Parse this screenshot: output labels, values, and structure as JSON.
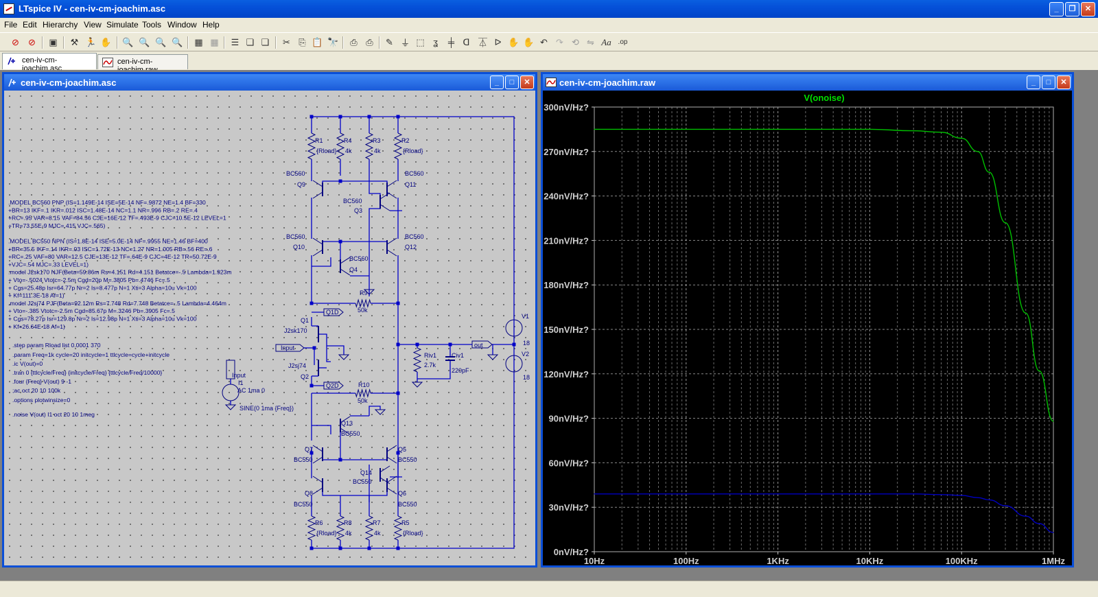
{
  "app": {
    "title": "LTspice IV - cen-iv-cm-joachim.asc",
    "window_buttons": [
      "minimize-icon",
      "restore-icon",
      "close-icon"
    ]
  },
  "menu": [
    "File",
    "Edit",
    "Hierarchy",
    "View",
    "Simulate",
    "Tools",
    "Window",
    "Help"
  ],
  "tabs": [
    {
      "label": "cen-iv-cm-joachim.asc",
      "icon": "schematic-icon",
      "active": true
    },
    {
      "label": "cen-iv-cm-joachim.raw",
      "icon": "waveform-icon",
      "active": false
    }
  ],
  "schematic": {
    "title": "cen-iv-cm-joachim.asc",
    "model_text": [
      ".MODEL BC560 PNP (IS=1.149E-14 ISE=5E-14 NF=.9872 NE=1.4 BF=330",
      "+BR=13 IKF=.1 IKR=.012 ISC=1.48E-14 NC=1.1 NR=.996 RB=.2 RE=.4",
      "+RC=.95 VAR=8.15 VAF=84.56 CJE=16E-12 TF=.493E-9 CJC=10.5E-12 LEVEL=1",
      "+TR=73.55E-9 MJC=.415 VJC=.565)",
      "",
      ".MODEL BC550 NPN (IS=1.8E-14 ISE=5.0E-14 NF=.9955 NE=1.46 BF=400",
      "+BR=35.5 IKF=.14 IKR=.03 ISC=1.72E-13 NC=1.27 NR=1.005 RB=.56 RE=.6",
      "+RC=.25 VAF=80 VAR=12.5 CJE=13E-12 TF=.64E-9 CJC=4E-12 TR=50.72E-9",
      "+VJC=.54 MJC=.33 LEVEL=1)",
      ".model J2sk170 NJF(Beta=59.86m Rs=4.151 Rd=4.151 Betatce=-.5 Lambda=1.923m",
      "+ Vto=-.5024 Vtotc=-2.5m Cgd=20p M=.3805 Pb=.4746 Fc=.5",
      "+ Cgs=25.48p Isr=64.77p Nr=2 Is=8.477p N=1 Xti=3 Alpha=10u Vk=100",
      "+ Kf=111.3E-18 Af=1)",
      ".model J2sj74 PJF(Beta=92.12m Rs=7.748 Rd=7.748 Betatce=-.5 Lambda=4.464m",
      "+ Vto=-.385 Vtotc=-2.5m Cgd=85.67p M=.3246 Pb=.3905 Fc=.5",
      "+ Cgs=78.27p Isr=129.8p Nr=2 Is=12.98p N=1 Xti=3 Alpha=10u Vk=100",
      "+ Kf=26.64E-18 Af=1)"
    ],
    "directives": [
      ".step param Rload list 0.0001 370",
      ".param Freq=1k cycle=20 initcycle=1 ttlcycle=cycle+initcycle",
      ".ic V(out)=0",
      ".tran 0 {ttlcycle/Freq} {initcycle/Freq} {ttlcycle/Freq/10000}",
      ".four {Freq} V(out) 9 -1",
      ";ac oct 20 10 100k",
      ".options plotwinsize=0",
      ".noise V(out) I1 oct 20 10 1meg"
    ],
    "labels": {
      "R1": "R1",
      "R1v": "{Rload}",
      "R4": "R4",
      "R4v": "4k",
      "R3": "R3",
      "R3v": "4k",
      "R2": "R2",
      "R2v": "{Rload}",
      "BC560a": "BC560",
      "Q9": "Q9",
      "BC560b": "BC560",
      "Q11": "Q11",
      "BC560c": "BC560",
      "Q3": "Q3",
      "BC560d": "BC560",
      "Q10": "Q10",
      "BC560e": "BC560",
      "Q12": "Q12",
      "BC560f": "BC560",
      "Q4": "Q4",
      "R9": "R9",
      "R9v": "50k",
      "Q1D": "Q1D",
      "Q1": "Q1",
      "J2sk170": "J2sk170",
      "Input": "Input",
      "J2sj74": "J2sj74",
      "Q2": "Q2",
      "Q2D": "Q2D",
      "R10": "R10",
      "R10v": "50k",
      "Q13": "Q13",
      "BC550a": "BC550",
      "Q7": "Q7",
      "BC550b": "BC550",
      "Q5": "Q5",
      "BC550c": "BC550",
      "Q14": "Q14",
      "BC550d": "BC550",
      "Q8": "Q8",
      "BC550e": "BC550",
      "Q6": "Q6",
      "BC550f": "BC550",
      "R6": "R6",
      "R6v": "{Rload}",
      "R8": "R8",
      "R8v": "4k",
      "R7": "R7",
      "R7v": "4k",
      "R5": "R5",
      "R5v": "{Rload}",
      "Riv1": "Riv1",
      "Riv1v": "2.7k",
      "Civ1": "Civ1",
      "Civ1v": "220pF",
      "out": "out",
      "V1": "V1",
      "V1v": "18",
      "V2": "V2",
      "V2v": "18",
      "I1": "I1",
      "I1ac": "AC 1ma 0",
      "I1sine": "SINE(0 1ma {Freq})",
      "Inputflag": "Input"
    }
  },
  "plot": {
    "title": "cen-iv-cm-joachim.raw"
  },
  "colors": {
    "trace_green": "#00c000",
    "trace_blue": "#0000c0",
    "wire": "#0000c8",
    "component": "#000080"
  },
  "chart_data": {
    "type": "line",
    "title": "V(onoise)",
    "xlabel": "",
    "ylabel": "",
    "x_scale": "log",
    "x_ticks": [
      "10Hz",
      "100Hz",
      "1KHz",
      "10KHz",
      "100KHz",
      "1MHz"
    ],
    "y_ticks": [
      "0nV/Hz?",
      "30nV/Hz?",
      "60nV/Hz?",
      "90nV/Hz?",
      "120nV/Hz?",
      "150nV/Hz?",
      "180nV/Hz?",
      "210nV/Hz?",
      "240nV/Hz?",
      "270nV/Hz?",
      "300nV/Hz?"
    ],
    "ylim": [
      0,
      300
    ],
    "xlim": [
      10,
      1000000
    ],
    "grid": true,
    "series": [
      {
        "color": "#00c000",
        "x": [
          10,
          100,
          1000,
          10000,
          30000,
          60000,
          100000,
          150000,
          200000,
          300000,
          500000,
          700000,
          1000000
        ],
        "values": [
          285,
          285,
          285,
          285,
          284,
          283,
          279,
          270,
          256,
          222,
          161,
          122,
          88
        ]
      },
      {
        "color": "#0000c0",
        "x": [
          10,
          100,
          1000,
          10000,
          30000,
          60000,
          100000,
          150000,
          200000,
          300000,
          500000,
          700000,
          1000000
        ],
        "values": [
          39,
          39,
          39,
          39,
          39,
          38.5,
          38,
          36.5,
          35,
          31,
          24,
          19,
          13
        ]
      }
    ]
  }
}
